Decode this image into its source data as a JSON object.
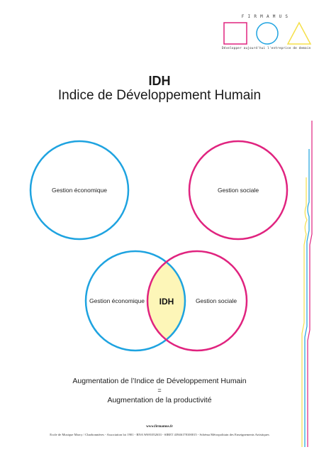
{
  "logo": {
    "letters": "FIRMAMUS",
    "tagline": "Développer aujourd'hui l'entreprise de demain",
    "colors": {
      "square": "#e0237f",
      "circle": "#1ea3e0",
      "triangle": "#f5e04a"
    }
  },
  "title": {
    "main": "IDH",
    "subtitle": "Indice de Développement Humain"
  },
  "diagram": {
    "circle_economic_top": {
      "label": "Gestion économique",
      "color": "#1ea3e0"
    },
    "circle_social_top": {
      "label": "Gestion sociale",
      "color": "#e0237f"
    },
    "venn": {
      "left_label": "Gestion économique",
      "right_label": "Gestion sociale",
      "intersection_label": "IDH",
      "intersection_color": "#fdf6b8",
      "left_color": "#1ea3e0",
      "right_color": "#e0237f"
    }
  },
  "conclusion": {
    "line1": "Augmentation de l’Indice de Développement Humain",
    "equals": "=",
    "line2": "Augmentation de la productivité"
  },
  "footer": {
    "url": "www.firmamus.fr",
    "text": "Ecole de Musique Marcy / Charbonnières - Association loi 1901 - RNA W691052633 - SIRET 43946178100015 - Schéma Métropolitain des Enseignements Artistiques"
  },
  "side_lines": {
    "colors": [
      "#e0237f",
      "#1ea3e0",
      "#f5e04a"
    ]
  }
}
